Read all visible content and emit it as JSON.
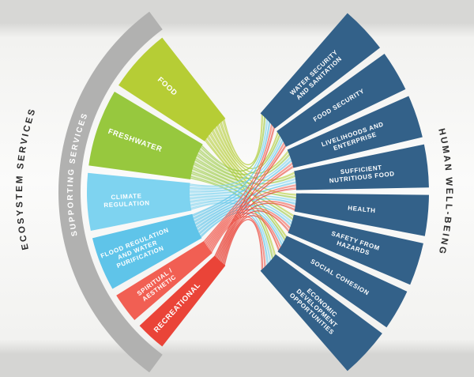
{
  "diagram": {
    "left_axis_label": "ECOSYSTEM SERVICES",
    "left_band_label": "SUPPORTING SERVICES",
    "right_axis_label": "HUMAN WELL-BEING",
    "colors": {
      "right_wedge": "#336189",
      "supporting_band": "#b1b1b0",
      "wedge_text": "#ffffff",
      "axis_text": "#2b2b2b",
      "background_edge": "#d7d7d5",
      "background_center": "#fbfbfa"
    },
    "left_categories": [
      {
        "id": "food",
        "label_lines": [
          "FOOD"
        ],
        "color": "#b6cd35",
        "span": 19
      },
      {
        "id": "freshwater",
        "label_lines": [
          "FRESHWATER"
        ],
        "color": "#97c83e",
        "span": 23
      },
      {
        "id": "climate-regulation",
        "label_lines": [
          "CLIMATE",
          "REGULATION"
        ],
        "color": "#7ed3f0",
        "span": 17
      },
      {
        "id": "flood-regulation-water-purification",
        "label_lines": [
          "FLOOD REGULATION",
          "AND WATER",
          "PURIFICATION"
        ],
        "color": "#5fc4e9",
        "span": 16
      },
      {
        "id": "spiritual-aesthetic",
        "label_lines": [
          "SPIRITUAL /",
          "AESTHETIC"
        ],
        "color": "#f15f53",
        "span": 9
      },
      {
        "id": "recreational",
        "label_lines": [
          "RECREATIONAL"
        ],
        "color": "#ea4438",
        "span": 9
      }
    ],
    "right_categories": [
      {
        "id": "water-security-sanitation",
        "label_lines": [
          "WATER SECURITY",
          "AND SANITATION"
        ],
        "span": 11.5
      },
      {
        "id": "food-security",
        "label_lines": [
          "FOOD SECURITY"
        ],
        "span": 10
      },
      {
        "id": "livelihoods-enterprise",
        "label_lines": [
          "LIVELIHOODS AND",
          "ENTERPRISE"
        ],
        "span": 10.5
      },
      {
        "id": "sufficient-nutritious-food",
        "label_lines": [
          "SUFFICIENT",
          "NUTRITIOUS FOOD"
        ],
        "span": 10.5
      },
      {
        "id": "health",
        "label_lines": [
          "HEALTH"
        ],
        "span": 10
      },
      {
        "id": "safety-from-hazards",
        "label_lines": [
          "SAFETY FROM",
          "HAZARDS"
        ],
        "span": 10.5
      },
      {
        "id": "social-cohesion",
        "label_lines": [
          "SOCIAL COHESION"
        ],
        "span": 10
      },
      {
        "id": "economic-development",
        "label_lines": [
          "ECONOMIC",
          "DEVELOPMENT",
          "OPPORTUNITIES"
        ],
        "span": 12.4
      }
    ],
    "connections": {
      "type": "all-to-all",
      "lines_per_pair": 2
    }
  }
}
